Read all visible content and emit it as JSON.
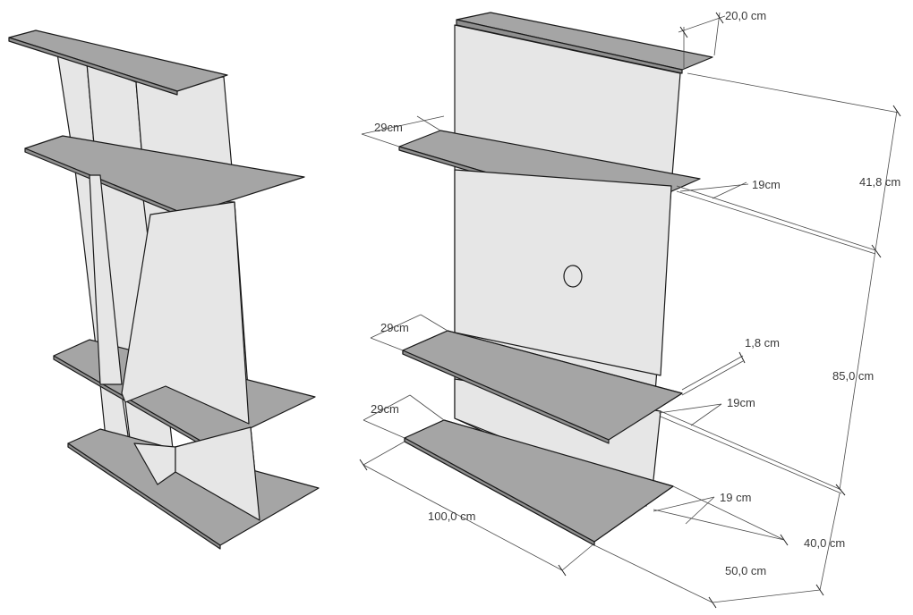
{
  "dimensions": {
    "top_depth": "20,0 cm",
    "upper_shelf_width": "29cm",
    "upper_shelf_depth": "19cm",
    "upper_height": "41,8 cm",
    "middle_shelf_width": "29cm",
    "thickness": "1,8 cm",
    "middle_shelf_depth": "19cm",
    "middle_height": "85,0 cm",
    "bottom_shelf_width": "29cm",
    "bottom_shelf_depth": "19 cm",
    "total_width": "100,0 cm",
    "bottom_height": "40,0 cm",
    "base_depth": "50,0 cm"
  }
}
